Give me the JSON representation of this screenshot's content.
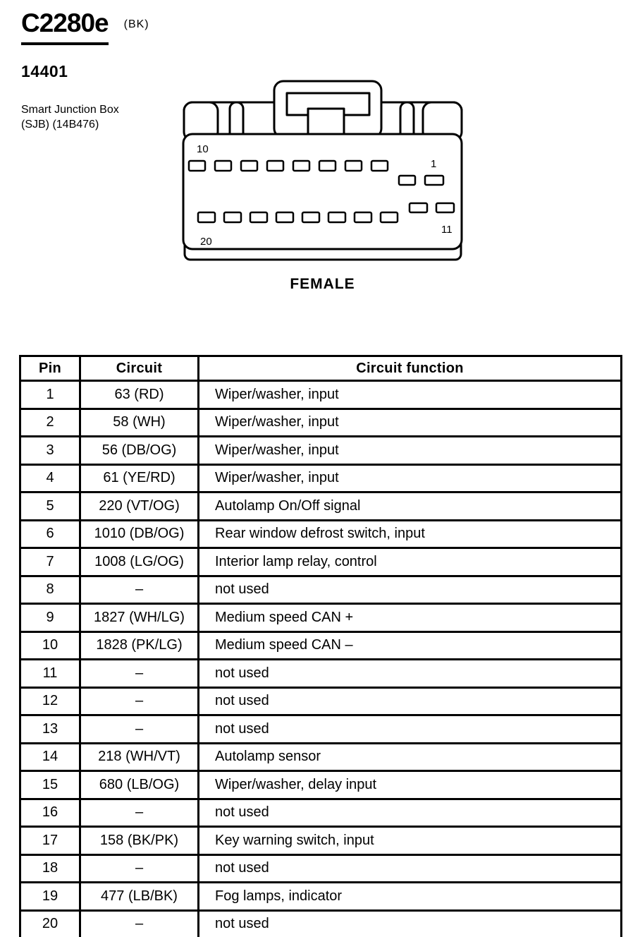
{
  "header": {
    "connector_id": "C2280e",
    "connector_suffix": "(BK)",
    "part_number": "14401",
    "component_line1": "Smart Junction Box",
    "component_line2": "(SJB) (14B476)"
  },
  "diagram": {
    "gender_label": "FEMALE",
    "pin_labels": {
      "top_left": "10",
      "top_right": "1",
      "bottom_left": "20",
      "bottom_right": "11"
    }
  },
  "table": {
    "headers": {
      "pin": "Pin",
      "circuit": "Circuit",
      "function": "Circuit function"
    },
    "rows": [
      {
        "pin": "1",
        "circuit": "63 (RD)",
        "function": "Wiper/washer, input"
      },
      {
        "pin": "2",
        "circuit": "58 (WH)",
        "function": "Wiper/washer, input"
      },
      {
        "pin": "3",
        "circuit": "56 (DB/OG)",
        "function": "Wiper/washer, input"
      },
      {
        "pin": "4",
        "circuit": "61 (YE/RD)",
        "function": "Wiper/washer, input"
      },
      {
        "pin": "5",
        "circuit": "220 (VT/OG)",
        "function": "Autolamp On/Off signal"
      },
      {
        "pin": "6",
        "circuit": "1010 (DB/OG)",
        "function": "Rear window defrost switch, input"
      },
      {
        "pin": "7",
        "circuit": "1008 (LG/OG)",
        "function": "Interior lamp relay, control"
      },
      {
        "pin": "8",
        "circuit": "–",
        "function": "not used"
      },
      {
        "pin": "9",
        "circuit": "1827 (WH/LG)",
        "function": "Medium speed CAN +"
      },
      {
        "pin": "10",
        "circuit": "1828 (PK/LG)",
        "function": "Medium speed CAN –"
      },
      {
        "pin": "11",
        "circuit": "–",
        "function": "not used"
      },
      {
        "pin": "12",
        "circuit": "–",
        "function": "not used"
      },
      {
        "pin": "13",
        "circuit": "–",
        "function": "not used"
      },
      {
        "pin": "14",
        "circuit": "218 (WH/VT)",
        "function": "Autolamp sensor"
      },
      {
        "pin": "15",
        "circuit": "680 (LB/OG)",
        "function": "Wiper/washer, delay input"
      },
      {
        "pin": "16",
        "circuit": "–",
        "function": "not used"
      },
      {
        "pin": "17",
        "circuit": "158 (BK/PK)",
        "function": "Key warning switch, input"
      },
      {
        "pin": "18",
        "circuit": "–",
        "function": "not used"
      },
      {
        "pin": "19",
        "circuit": "477 (LB/BK)",
        "function": "Fog lamps, indicator"
      },
      {
        "pin": "20",
        "circuit": "–",
        "function": "not used"
      }
    ]
  }
}
